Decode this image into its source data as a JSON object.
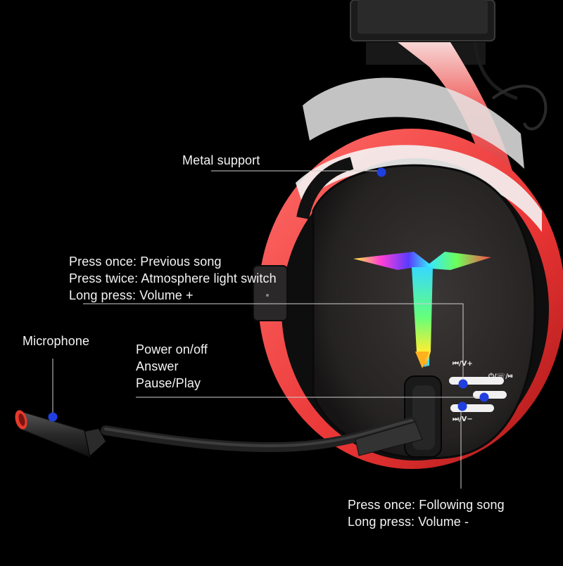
{
  "annotations": {
    "metal_support": "Metal support",
    "volume_up_button": [
      "Press once: Previous song",
      "Press twice: Atmosphere light switch",
      "Long press: Volume +"
    ],
    "microphone": "Microphone",
    "power_button": [
      "Power on/off",
      "Answer",
      "Pause/Play"
    ],
    "volume_down_button": [
      "Press once: Following song",
      "Long press: Volume -"
    ]
  },
  "button_icons": {
    "top": "⏮/V+",
    "middle": "⏻/☏/⏯",
    "bottom": "⏭/V−"
  },
  "colors": {
    "background": "#000000",
    "headband_red": "#e8383a",
    "earcup": "#2a2727",
    "marker_dot": "#1f3fe0",
    "leader_line": "#d8d8d8"
  }
}
